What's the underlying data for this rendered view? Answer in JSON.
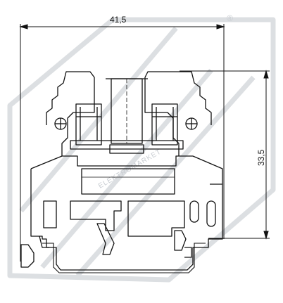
{
  "diagram": {
    "dimensions": {
      "width_label": "41,5",
      "height_label": "33,5"
    },
    "watermark": {
      "text": "ELEKTROMARKET",
      "registered_mark": "®"
    },
    "colors": {
      "line": "#111111",
      "fill": "#ffffff",
      "watermark": "#d7dadd"
    }
  }
}
